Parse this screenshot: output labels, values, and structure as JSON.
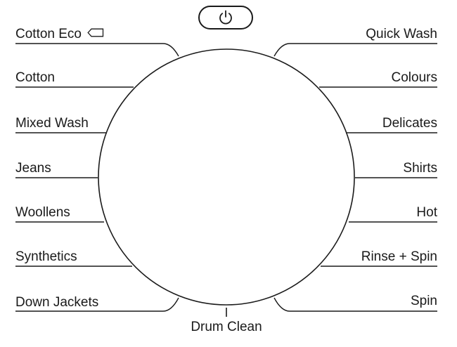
{
  "power_button": {
    "icon": "power-icon"
  },
  "left_programs": [
    {
      "label": "Cotton Eco",
      "icon": "eco-tag-icon"
    },
    {
      "label": "Cotton"
    },
    {
      "label": "Mixed Wash"
    },
    {
      "label": "Jeans"
    },
    {
      "label": "Woollens"
    },
    {
      "label": "Synthetics"
    },
    {
      "label": "Down Jackets"
    }
  ],
  "right_programs": [
    {
      "label": "Quick Wash"
    },
    {
      "label": "Colours"
    },
    {
      "label": "Delicates"
    },
    {
      "label": "Shirts"
    },
    {
      "label": "Hot"
    },
    {
      "label": "Rinse + Spin"
    },
    {
      "label": "Spin"
    }
  ],
  "bottom_program": {
    "label": "Drum Clean"
  },
  "colors": {
    "ink": "#1a1a1a",
    "background": "#ffffff"
  }
}
